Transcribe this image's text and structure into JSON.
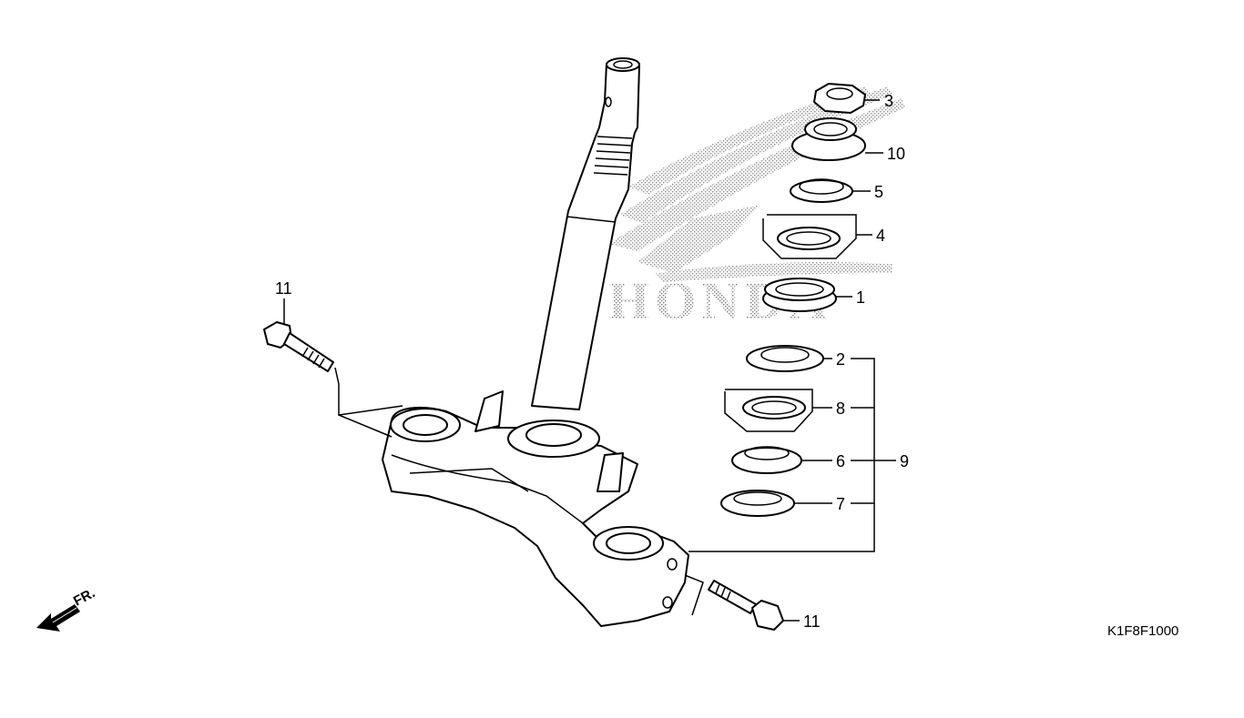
{
  "diagram": {
    "title": "",
    "watermark": "HONDA",
    "drawing_code": "K1F8F1000",
    "front_indicator": "FR.",
    "callouts": [
      {
        "id": "c3",
        "label": "3"
      },
      {
        "id": "c10",
        "label": "10"
      },
      {
        "id": "c5",
        "label": "5"
      },
      {
        "id": "c4",
        "label": "4"
      },
      {
        "id": "c1",
        "label": "1"
      },
      {
        "id": "c11a",
        "label": "11"
      },
      {
        "id": "c2",
        "label": "2"
      },
      {
        "id": "c8",
        "label": "8"
      },
      {
        "id": "c6",
        "label": "6"
      },
      {
        "id": "c9",
        "label": "9"
      },
      {
        "id": "c7",
        "label": "7"
      },
      {
        "id": "c11b",
        "label": "11"
      }
    ],
    "colors": {
      "line": "#000000",
      "background": "#ffffff",
      "watermark": "#8a8a8a"
    }
  }
}
